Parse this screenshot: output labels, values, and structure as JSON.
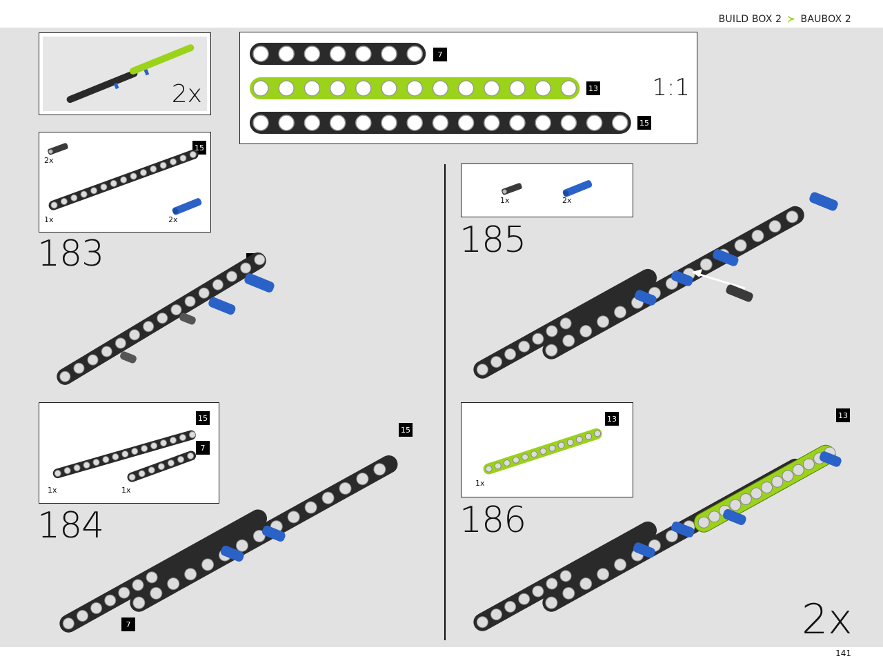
{
  "header": {
    "build_box": "BUILD BOX 2",
    "separator": "≻",
    "baubox": "BAUBOX 2"
  },
  "page_number": "141",
  "scale_label": "1:1",
  "ruler": {
    "beams": [
      {
        "holes": 7,
        "label": "7"
      },
      {
        "holes": 13,
        "label": "13"
      },
      {
        "holes": 15,
        "label": "15"
      }
    ]
  },
  "subassembly": {
    "multiplier": "2x"
  },
  "steps": {
    "s183": {
      "number": "183",
      "parts": [
        {
          "qty": "2x"
        },
        {
          "label": "15"
        },
        {
          "qty": "1x"
        },
        {
          "qty": "2x"
        }
      ],
      "callout": "15"
    },
    "s184": {
      "number": "184",
      "parts": [
        {
          "label": "15"
        },
        {
          "label": "7"
        },
        {
          "qty": "1x"
        },
        {
          "qty": "1x"
        }
      ],
      "callout_top": "15",
      "callout_bottom": "7"
    },
    "s185": {
      "number": "185",
      "parts": [
        {
          "qty": "1x"
        },
        {
          "qty": "2x"
        }
      ]
    },
    "s186": {
      "number": "186",
      "parts": [
        {
          "label": "13"
        },
        {
          "qty": "1x"
        }
      ],
      "callout": "13",
      "multiplier": "2x"
    }
  },
  "colors": {
    "accent_green": "#9bd21a",
    "beam_dark": "#2a2a2a",
    "pin_blue": "#2a62c8",
    "background": "#e2e2e2"
  }
}
